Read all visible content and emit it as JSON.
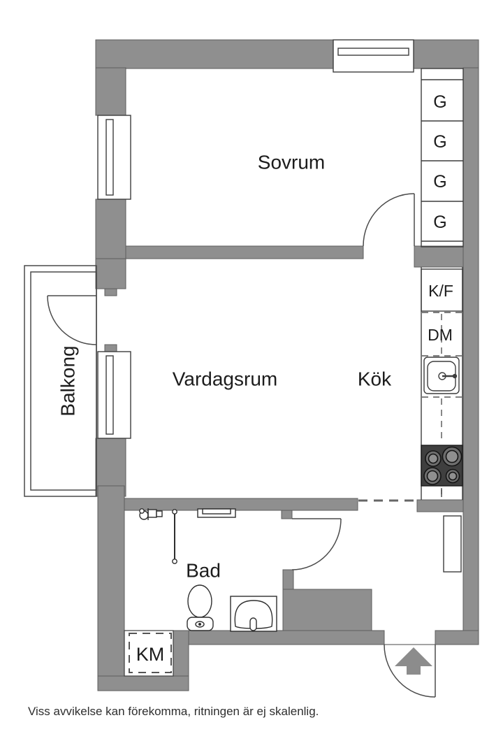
{
  "rooms": {
    "sovrum": "Sovrum",
    "vardagsrum": "Vardagsrum",
    "kok": "Kök",
    "bad": "Bad",
    "balkong": "Balkong"
  },
  "closets": {
    "g": [
      "G",
      "G",
      "G",
      "G"
    ]
  },
  "appliances": {
    "fridge_freezer": "K/F",
    "dishwasher": "DM",
    "washing_machine": "KM"
  },
  "footer": {
    "disclaimer": "Viss avvikelse kan förekomma, ritningen är ej skalenlig."
  },
  "colors": {
    "wall": "#8f8f8f",
    "wall_edge": "#5c5c5c",
    "line": "#3d3d3d",
    "stove": "#3f3f3f",
    "burner_ring": "#6e6e6e",
    "burner_inner": "#8f8f8f",
    "arrow": "#8c8c8c",
    "text": "#1c1c1c",
    "muted_text": "#2e2e2e"
  }
}
